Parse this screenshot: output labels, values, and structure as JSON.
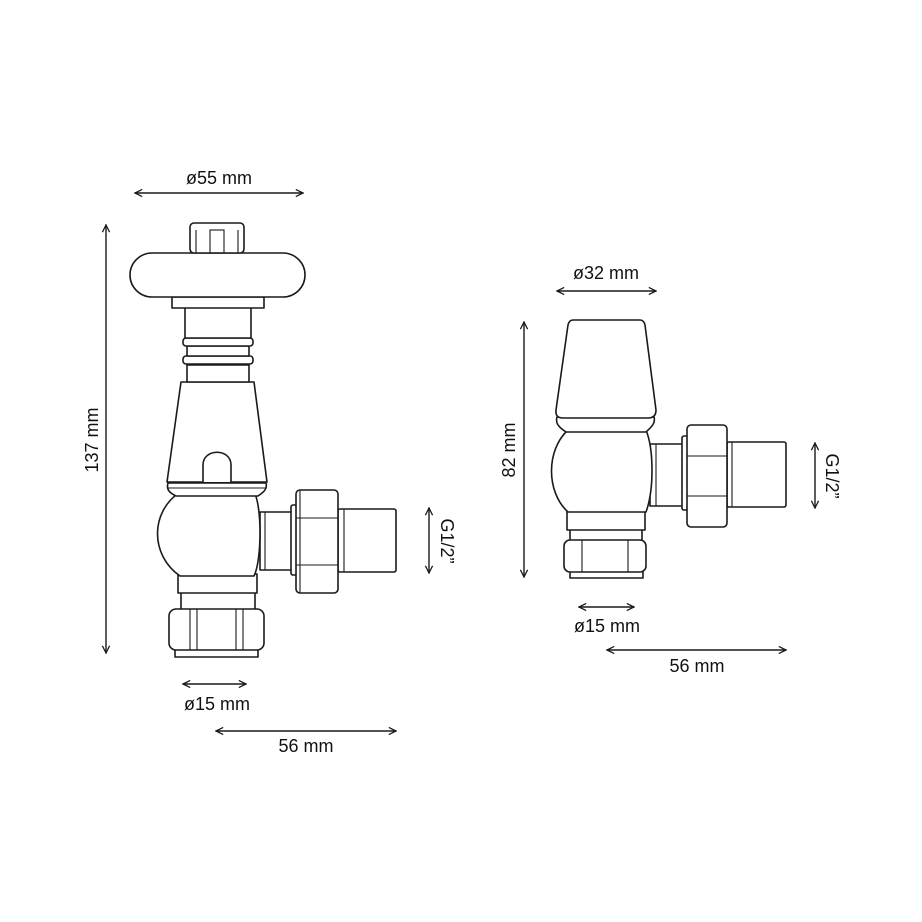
{
  "left_valve": {
    "handle_diameter": "ø55 mm",
    "height": "137 mm",
    "thread": "G1/2”",
    "pipe_diameter": "ø15 mm",
    "depth": "56 mm"
  },
  "right_valve": {
    "head_diameter": "ø32 mm",
    "height": "82 mm",
    "thread": "G1/2”",
    "pipe_diameter": "ø15 mm",
    "depth": "56 mm"
  },
  "colors": {
    "line": "#1a1a1a",
    "background": "#ffffff"
  }
}
